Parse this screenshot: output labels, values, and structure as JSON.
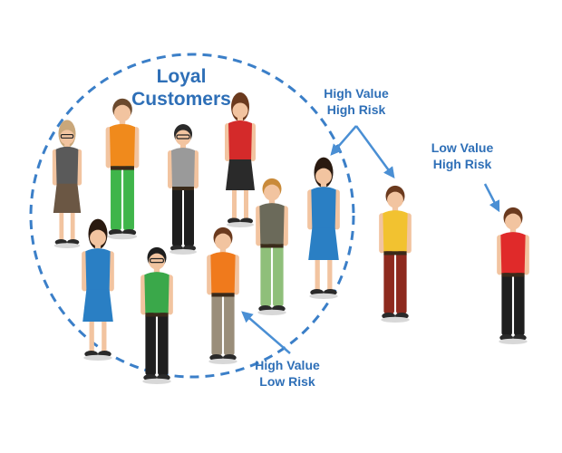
{
  "labels": {
    "loyal_customers": {
      "line1": "Loyal",
      "line2": "Customers"
    },
    "high_value_high_risk": {
      "line1": "High Value",
      "line2": "High Risk"
    },
    "low_value_high_risk": {
      "line1": "Low Value",
      "line2": "High Risk"
    },
    "high_value_low_risk": {
      "line1": "High Value",
      "line2": "Low Risk"
    }
  },
  "colors": {
    "accent": "#2e6fb7",
    "arrow": "#4a8fd4",
    "circle": "#3b7fc8"
  },
  "people": [
    {
      "id": "woman-beige-gray",
      "shirt": "#5a5a5a",
      "bottom": "#6b5744",
      "skirt": true,
      "hair": "#c9a77a",
      "glasses": true
    },
    {
      "id": "woman-orange-green",
      "shirt": "#f08a1c",
      "bottom": "#3fb54a",
      "skirt": false,
      "hair": "#6b4a2e"
    },
    {
      "id": "man-gray-vest",
      "shirt": "#9a9a9a",
      "bottom": "#1e1e1e",
      "skirt": false,
      "hair": "#2a2a2a",
      "glasses": true
    },
    {
      "id": "woman-red-black",
      "shirt": "#d42a2a",
      "bottom": "#2a2a2a",
      "skirt": true,
      "hair": "#6b3a1e"
    },
    {
      "id": "man-phone-olive",
      "shirt": "#6b6a5a",
      "bottom": "#8fbf7a",
      "skirt": false,
      "hair": "#c98a3a"
    },
    {
      "id": "woman-blue-dress-right",
      "shirt": "#2a7fc4",
      "bottom": "#2a7fc4",
      "skirt": true,
      "hair": "#2a1a10"
    },
    {
      "id": "woman-blue-dress-left",
      "shirt": "#2a7fc4",
      "bottom": "#2a7fc4",
      "skirt": true,
      "hair": "#2a1a10"
    },
    {
      "id": "man-green-vest",
      "shirt": "#3aa84a",
      "bottom": "#1e1e1e",
      "skirt": false,
      "hair": "#1e1e1e",
      "glasses": true
    },
    {
      "id": "man-orange-vest",
      "shirt": "#f07a1c",
      "bottom": "#9a8e7a",
      "skirt": false,
      "hair": "#6b3a1e"
    },
    {
      "id": "man-yellow-pointing",
      "shirt": "#f2c230",
      "bottom": "#8e2a1e",
      "skirt": false,
      "hair": "#6b3a1e"
    },
    {
      "id": "man-red-walking",
      "shirt": "#e02a2a",
      "bottom": "#1e1e1e",
      "skirt": false,
      "hair": "#6b3a1e"
    }
  ]
}
